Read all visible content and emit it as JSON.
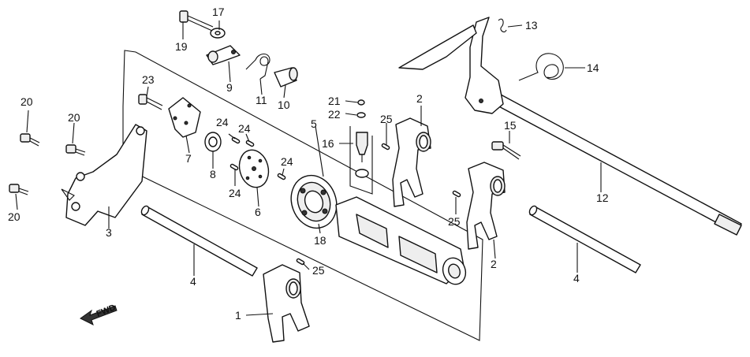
{
  "callouts": {
    "c1": "1",
    "c2a": "2",
    "c2b": "2",
    "c3": "3",
    "c4a": "4",
    "c4b": "4",
    "c5": "5",
    "c6": "6",
    "c7": "7",
    "c8": "8",
    "c9": "9",
    "c10": "10",
    "c11": "11",
    "c12": "12",
    "c13": "13",
    "c14": "14",
    "c15": "15",
    "c16": "16",
    "c17": "17",
    "c18": "18",
    "c19": "19",
    "c20a": "20",
    "c20b": "20",
    "c20c": "20",
    "c21": "21",
    "c22": "22",
    "c23": "23",
    "c24a": "24",
    "c24b": "24",
    "c24c": "24",
    "c24d": "24",
    "c25a": "25",
    "c25b": "25",
    "c25c": "25"
  },
  "fwd_label": "FWD"
}
